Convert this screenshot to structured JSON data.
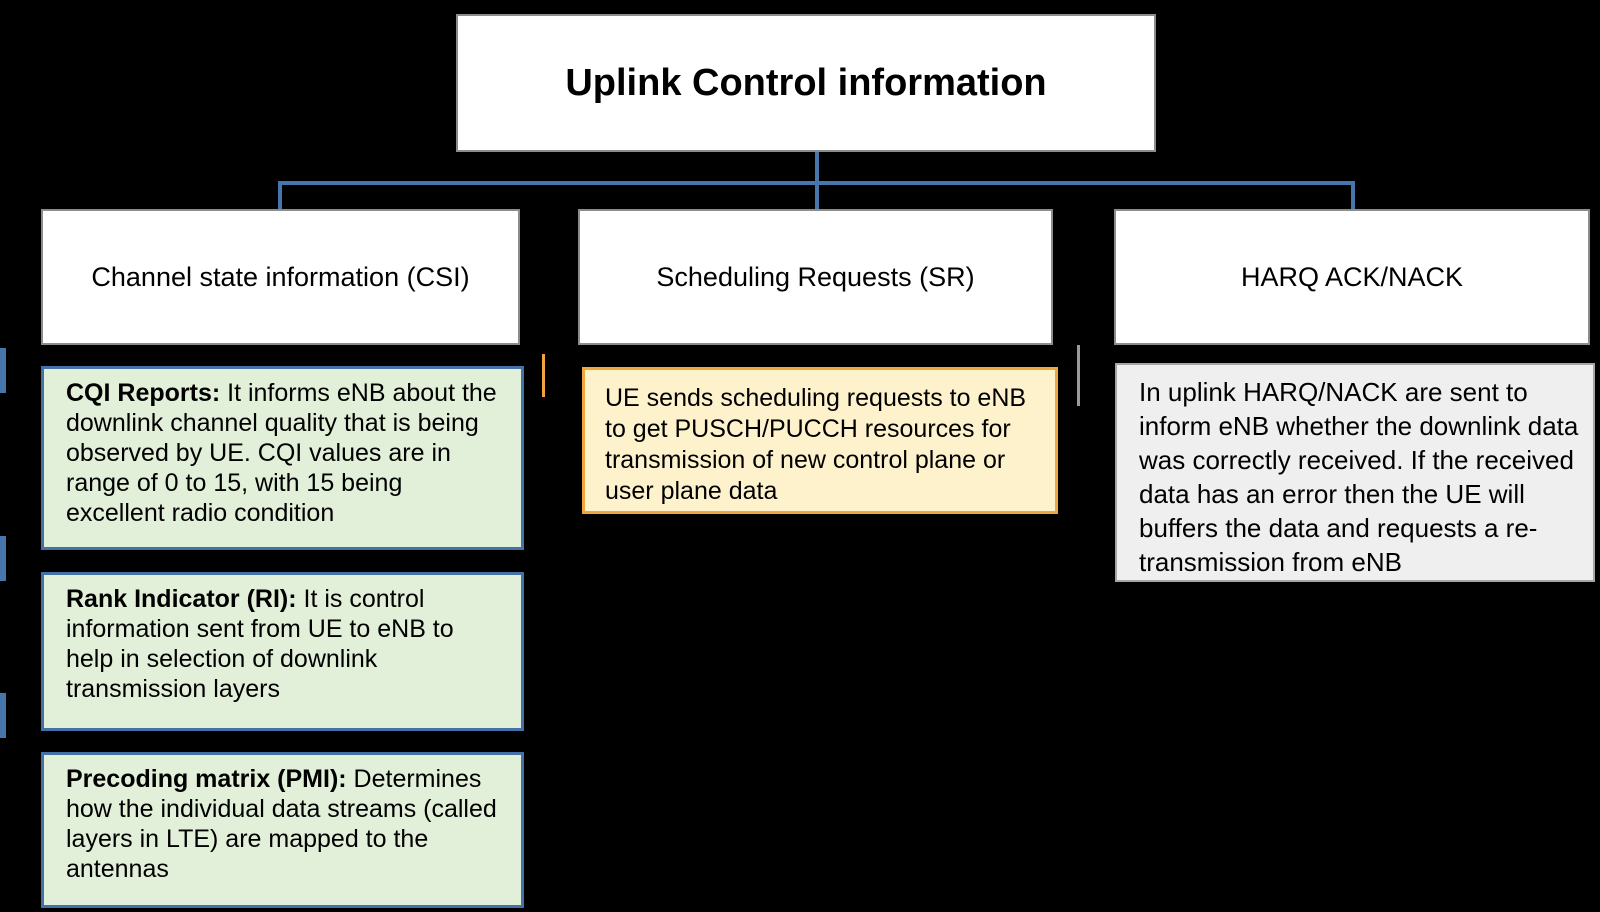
{
  "palette": {
    "background": "#000000",
    "connector_blue": "#4676AC",
    "green_fill": "#E2EFD9",
    "green_border": "#4472A6",
    "yellow_fill": "#FDF2CC",
    "yellow_border": "#EDA73C",
    "gray_fill": "#EFEFEF",
    "gray_border": "#A6A6A6",
    "node_fill": "#FFFFFF",
    "node_border": "#8C8C8C",
    "text": "#000000"
  },
  "root": {
    "title": "Uplink Control information"
  },
  "branches": [
    {
      "heading": "Channel state information (CSI)",
      "details": [
        {
          "lead": "CQI Reports:",
          "body": " It informs eNB about the downlink channel quality that is being observed by UE. CQI values are in range of 0 to 15, with 15 being excellent radio condition"
        },
        {
          "lead": "Rank Indicator (RI):",
          "body": " It is control information sent from UE to eNB to help in selection of downlink transmission layers"
        },
        {
          "lead": "Precoding matrix (PMI):",
          "body": "  Determines how the individual data streams (called layers in LTE) are mapped to the antennas"
        }
      ]
    },
    {
      "heading": "Scheduling Requests (SR)",
      "details": [
        {
          "lead": "",
          "body": "UE sends scheduling requests to eNB to get PUSCH/PUCCH resources for transmission of new control plane or user plane data"
        }
      ]
    },
    {
      "heading": "HARQ ACK/NACK",
      "details": [
        {
          "lead": "",
          "body": "In uplink HARQ/NACK are sent to inform eNB whether the downlink data was correctly received. If the received data has an error then the UE will buffers the data and requests a re-transmission from eNB"
        }
      ]
    }
  ]
}
